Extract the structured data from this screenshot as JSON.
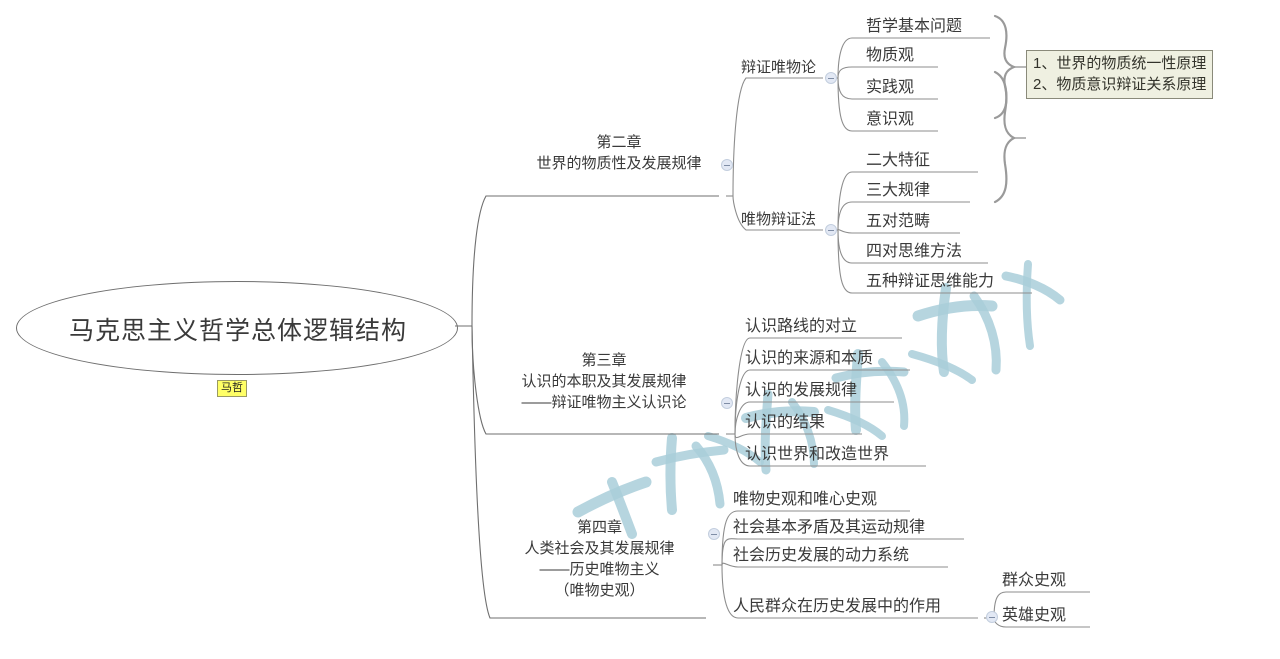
{
  "root": {
    "label": "马克思主义哲学总体逻辑结构",
    "tag": "马哲"
  },
  "chapters": [
    {
      "id": "ch2",
      "lines": [
        "第二章",
        "世界的物质性及发展规律"
      ],
      "branches": [
        {
          "id": "b-weiwulun",
          "label": "辩证唯物论",
          "leaves": [
            "哲学基本问题",
            "物质观",
            "实践观",
            "意识观"
          ]
        },
        {
          "id": "b-bianzhengfa",
          "label": "唯物辩证法",
          "leaves": [
            "二大特征",
            "三大规律",
            "五对范畴",
            "四对思维方法",
            "五种辩证思维能力"
          ]
        }
      ]
    },
    {
      "id": "ch3",
      "lines": [
        "第三章",
        "认识的本职及其发展规律",
        "——辩证唯物主义认识论"
      ],
      "leaves": [
        "认识路线的对立",
        "认识的来源和本质",
        "认识的发展规律",
        "认识的结果",
        "认识世界和改造世界"
      ]
    },
    {
      "id": "ch4",
      "lines": [
        "第四章",
        "人类社会及其发展规律",
        "——历史唯物主义",
        "（唯物史观）"
      ],
      "leaves": [
        {
          "label": "唯物史观和唯心史观"
        },
        {
          "label": "社会基本矛盾及其运动规律"
        },
        {
          "label": "社会历史发展的动力系统"
        },
        {
          "label": "人民群众在历史发展中的作用",
          "children": [
            "群众史观",
            "英雄史观"
          ]
        }
      ]
    }
  ],
  "note": {
    "lines": [
      "1、世界的物质统一性原理",
      "2、物质意识辩证关系原理"
    ]
  },
  "colors": {
    "stroke": "#6f6f6f",
    "text": "#3a3a3a",
    "tag_bg": "#ffff66",
    "note_bg": "#eff0e1",
    "note_border": "#8a8a7a",
    "toggle_bg": "#e2e8f4",
    "watermark": "#a9ced9"
  }
}
